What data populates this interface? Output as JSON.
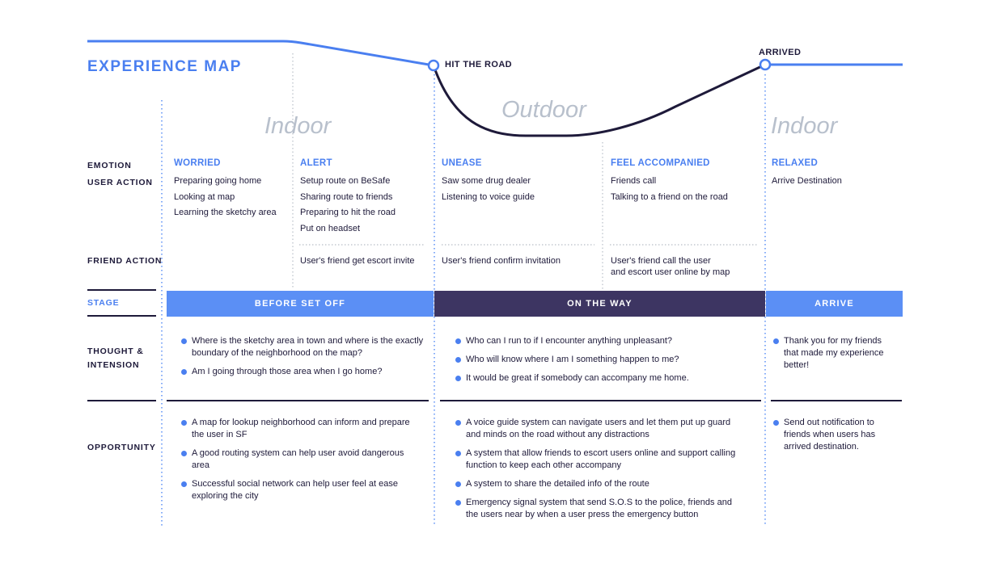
{
  "title": "EXPERIENCE MAP",
  "milestones": {
    "hit_the_road": "HIT THE ROAD",
    "arrived": "ARRIVED"
  },
  "phases": {
    "indoor_start": "Indoor",
    "outdoor": "Outdoor",
    "indoor_end": "Indoor"
  },
  "row_labels": {
    "emotion": "EMOTION",
    "user_action": "USER ACTION",
    "friend_action": "FRIEND ACTION",
    "stage": "STAGE",
    "thought_1": "THOUGHT &",
    "thought_2": "INTENSION",
    "opportunity": "OPPORTUNITY"
  },
  "columns": [
    {
      "emotion": "WORRIED",
      "actions": [
        "Preparing going home",
        "Looking at map",
        "Learning the sketchy area"
      ],
      "friend": []
    },
    {
      "emotion": "ALERT",
      "actions": [
        "Setup route on BeSafe",
        "Sharing route to friends",
        "Preparing to hit the road",
        "Put on headset"
      ],
      "friend": [
        "User's friend get escort invite"
      ]
    },
    {
      "emotion": "UNEASE",
      "actions": [
        "Saw some drug dealer",
        "Listening to voice guide"
      ],
      "friend": [
        "User's friend confirm invitation"
      ]
    },
    {
      "emotion": "FEEL ACCOMPANIED",
      "actions": [
        "Friends call",
        "Talking to a friend on the road"
      ],
      "friend": [
        "User's friend call the user",
        "and escort user online by map"
      ]
    },
    {
      "emotion": "RELAXED",
      "actions": [
        "Arrive Destination"
      ],
      "friend": []
    }
  ],
  "stages": [
    {
      "label": "BEFORE SET OFF",
      "color": "#5b8ff5"
    },
    {
      "label": "ON THE WAY",
      "color": "#3d3562"
    },
    {
      "label": "ARRIVE",
      "color": "#5b8ff5"
    }
  ],
  "thoughts": [
    [
      "Where is the sketchy area in town and where is the exactly boundary of the neighborhood on the map?",
      "Am I going through those area when I go home?"
    ],
    [
      "Who can I run to if I encounter anything unpleasant?",
      "Who will know where I am I something happen to me?",
      "It would be great if somebody can accompany me home."
    ],
    [
      "Thank you for my friends that made my experience better!"
    ]
  ],
  "opportunities": [
    [
      "A map for lookup neighborhood can inform and prepare the user in SF",
      "A good routing system can help user avoid dangerous area",
      "Successful social network can help user feel at ease exploring the city"
    ],
    [
      "A voice guide system can navigate users and let them put up guard and minds on the road without any distractions",
      "A system that allow friends to escort users online and support calling function to keep each other accompany",
      "A system to share the detailed info of the route",
      "Emergency signal system that send S.O.S to the police, friends and the users near by when a user press the emergency button"
    ],
    [
      "Send out notification to friends when users has arrived destination."
    ]
  ],
  "colors": {
    "accent": "#4a7ff0",
    "dark": "#1e1a3a",
    "phase_text": "#b8c0cc"
  }
}
